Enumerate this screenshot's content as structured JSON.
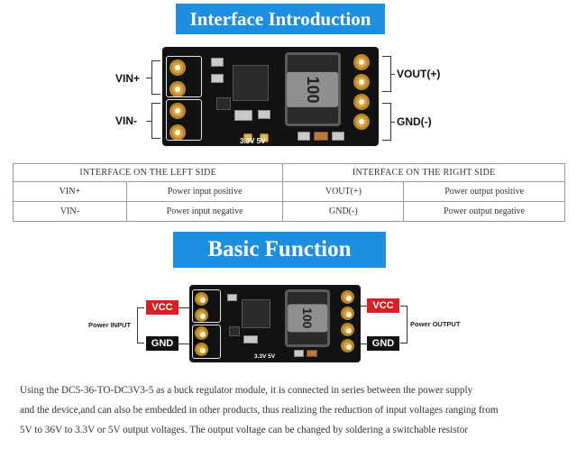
{
  "headers": {
    "interface": "Interface Introduction",
    "function": "Basic Function"
  },
  "board_top": {
    "inductor_marking": "100",
    "silk_voltage": "3.3V  5V",
    "labels": {
      "vin_plus": "VIN+",
      "vin_minus": "VIN-",
      "vout_plus": "VOUT(+)",
      "gnd_minus": "GND(-)"
    }
  },
  "table": {
    "headers": [
      "INTERFACE ON THE LEFT SIDE",
      "INTERFACE ON THE RIGHT SIDE"
    ],
    "rows": [
      [
        "VIN+",
        "Power input positive",
        "VOUT(+)",
        "Power output positive"
      ],
      [
        "VIN-",
        "Power input negative",
        "GND(-)",
        "Power output negative"
      ]
    ]
  },
  "board_bottom": {
    "inductor_marking": "100",
    "silk_voltage": "3.3V  5V",
    "tags": {
      "vcc_left": "VCC",
      "gnd_left": "GND",
      "vcc_right": "VCC",
      "gnd_right": "GND"
    },
    "power_input": "Power INPUT",
    "power_output": "Power OUTPUT"
  },
  "description": [
    "Using the DC5-36-TO-DC3V3-5 as a buck regulator module, it is connected in series between the power supply",
    "and the device,and can also be embedded in other products, thus realizing the reduction of input voltages ranging from",
    "5V to 36V to 3.3V or 5V output voltages. The output voltage can be changed by soldering a switchable resistor"
  ]
}
